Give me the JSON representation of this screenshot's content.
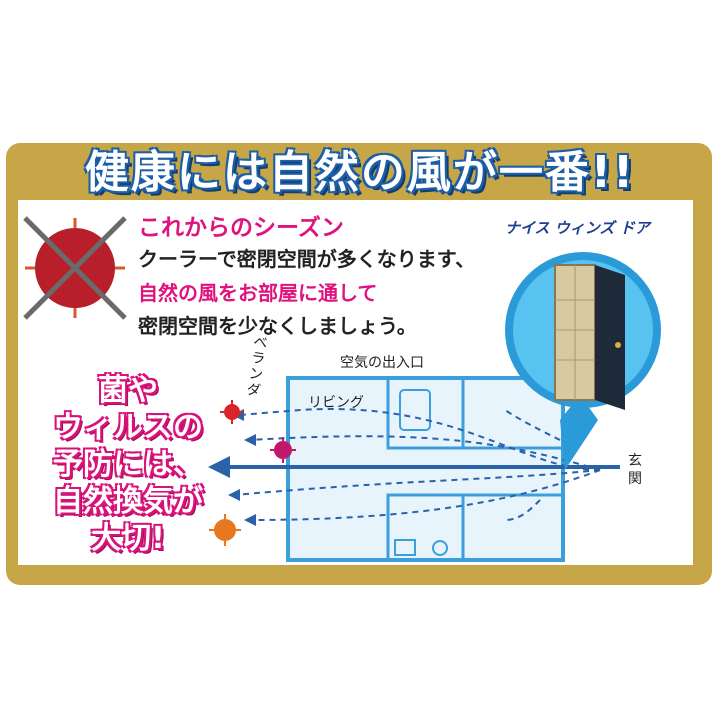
{
  "headline": "健康には自然の風が一番!!",
  "season_title": "これからのシーズン",
  "body_lines": [
    "クーラーで密閉空間が多くなります、",
    "自然の風をお部屋に通して",
    "密閉空間を少なくしましょう。"
  ],
  "product_name": "ナイス ウィンズ ドア",
  "side_message": [
    "菌や",
    "ウィルスの",
    "予防には、",
    "自然換気が",
    "大切!"
  ],
  "diagram": {
    "veranda": "ベランダ",
    "air_inout": "空気の出入口",
    "living": "リビング",
    "entrance": "玄関"
  },
  "colors": {
    "gold": "#c6a646",
    "blue": "#1d5fa8",
    "pink": "#e0127e"
  }
}
